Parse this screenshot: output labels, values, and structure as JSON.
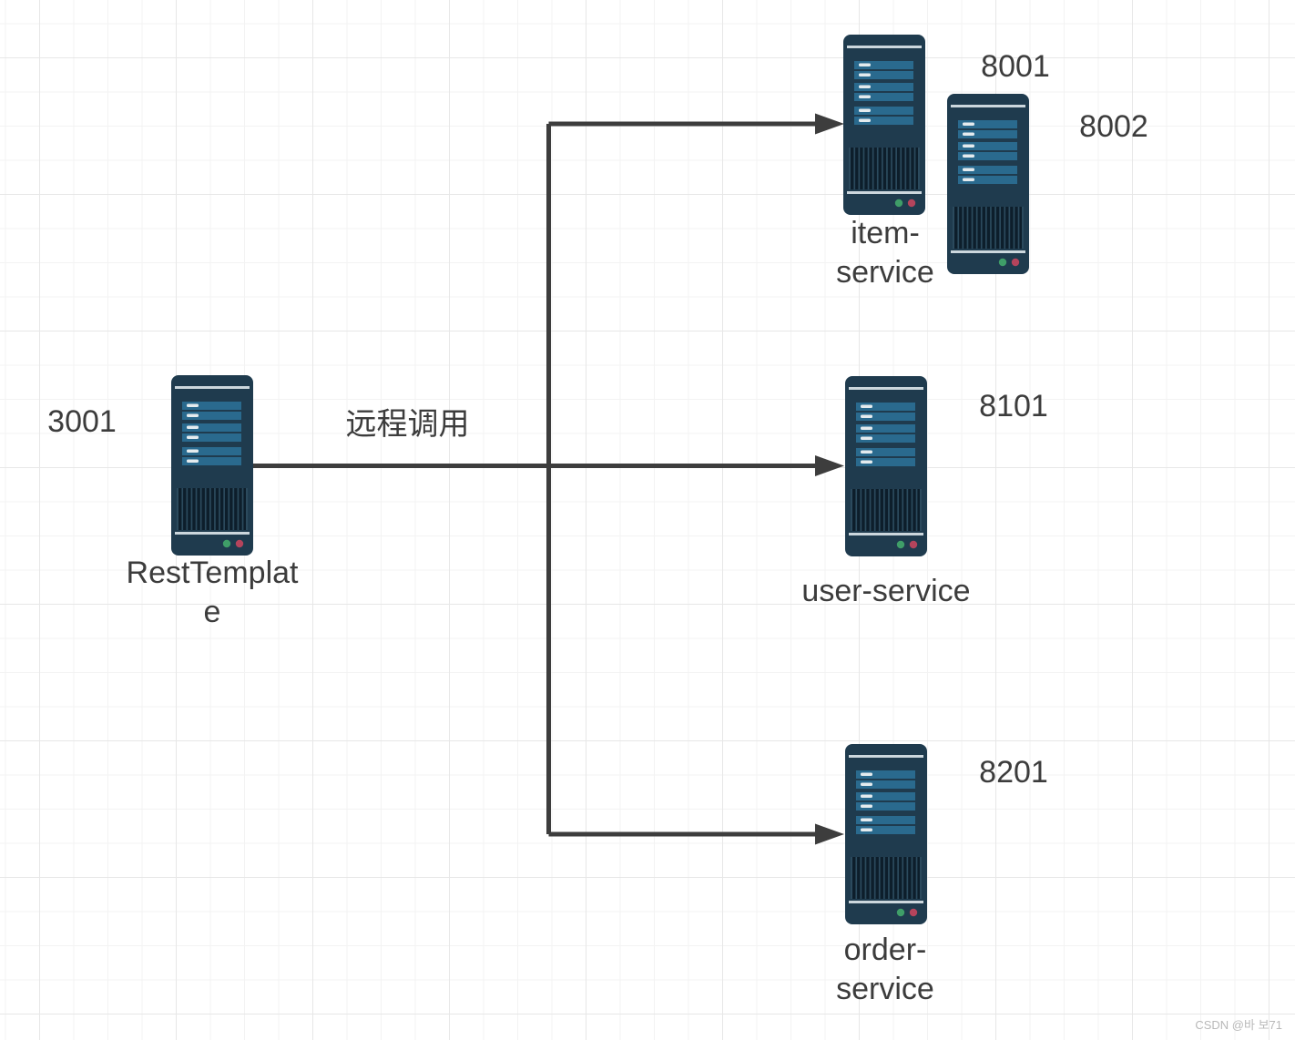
{
  "diagram": {
    "title_context": "RestTemplate remote call architecture",
    "edge_label": "远程调用",
    "nodes": [
      {
        "id": "client",
        "label": "RestTemplate",
        "port": "3001"
      },
      {
        "id": "item-service-1",
        "label": "item-\nservice",
        "port": "8001"
      },
      {
        "id": "item-service-2",
        "label": "",
        "port": "8002"
      },
      {
        "id": "user-service",
        "label": "user-service",
        "port": "8101"
      },
      {
        "id": "order-service",
        "label": "order-\nservice",
        "port": "8201"
      }
    ],
    "colors": {
      "server_body": "#1f3b4e",
      "server_bar": "#2a6a8e",
      "server_trim": "#ccd7dd",
      "vent_dark": "#0d1e2b",
      "vent_light": "#2b4a5d",
      "led_green": "#3f9e68",
      "led_red": "#b5445c",
      "connector": "#3d3d3d",
      "text": "#3c3c3c",
      "grid_minor": "#f3f3f3",
      "grid_major": "#e7e7e7"
    },
    "watermark": "CSDN @바 보71"
  }
}
